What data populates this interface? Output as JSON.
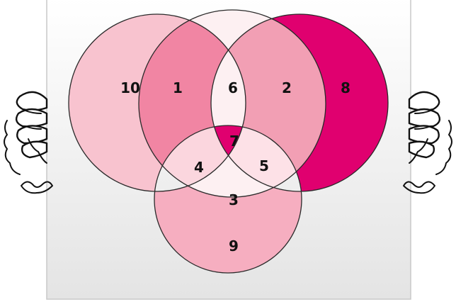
{
  "colors": {
    "board_top": "#ffffff",
    "board_bottom": "#e4e4e4",
    "board_border": "#c8c8c8",
    "outline": "#2a2a2a",
    "text": "#111111"
  },
  "regions": [
    {
      "id": "r10",
      "label": "10",
      "color": "#f8c3cf"
    },
    {
      "id": "r8",
      "label": "8",
      "color": "#e0006f"
    },
    {
      "id": "r1",
      "label": "1",
      "color": "#f185a3"
    },
    {
      "id": "r2",
      "label": "2",
      "color": "#f29fb4"
    },
    {
      "id": "r6",
      "label": "6",
      "color": "#fdf0f2"
    },
    {
      "id": "r7",
      "label": "7",
      "color": "#e0006f"
    },
    {
      "id": "r4",
      "label": "4",
      "color": "#fbd6de"
    },
    {
      "id": "r5",
      "label": "5",
      "color": "#fde1e7"
    },
    {
      "id": "r3",
      "label": "3",
      "color": "#fdf0f2"
    },
    {
      "id": "r9",
      "label": "9",
      "color": "#f6aec0"
    }
  ],
  "icons": {
    "left_hand": "hand-holding-icon",
    "right_hand": "hand-holding-icon"
  }
}
